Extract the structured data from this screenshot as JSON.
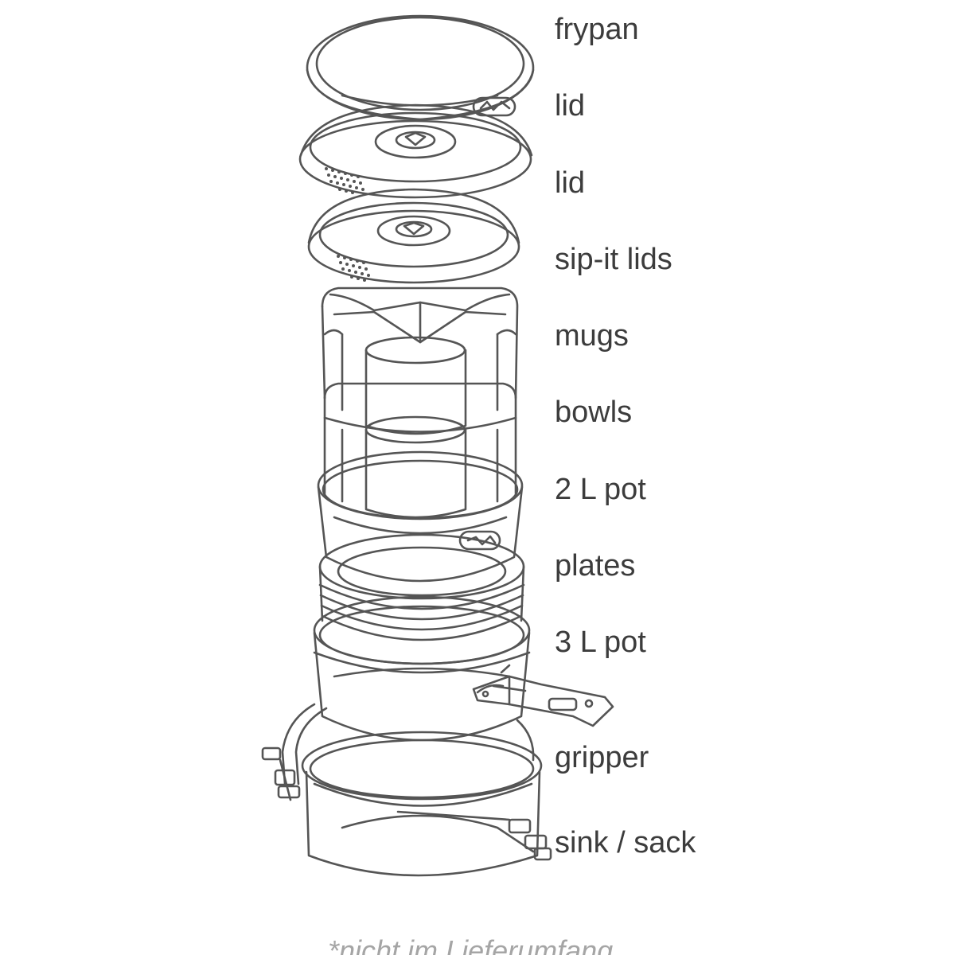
{
  "labels": {
    "frypan": "frypan",
    "lid_1": "lid",
    "lid_2": "lid",
    "sip_it_lids": "sip-it lids",
    "mugs": "mugs",
    "bowls": "bowls",
    "pot_2l": "2 L pot",
    "plates": "plates",
    "pot_3l": "3 L pot",
    "gripper": "gripper",
    "sink_sack": "sink / sack"
  },
  "footnote": "*nicht im Lieferumfang",
  "colors": {
    "line": "#555555",
    "label_text": "#3c3c3c",
    "footnote_text": "#a5a5a5",
    "background": "#ffffff"
  }
}
